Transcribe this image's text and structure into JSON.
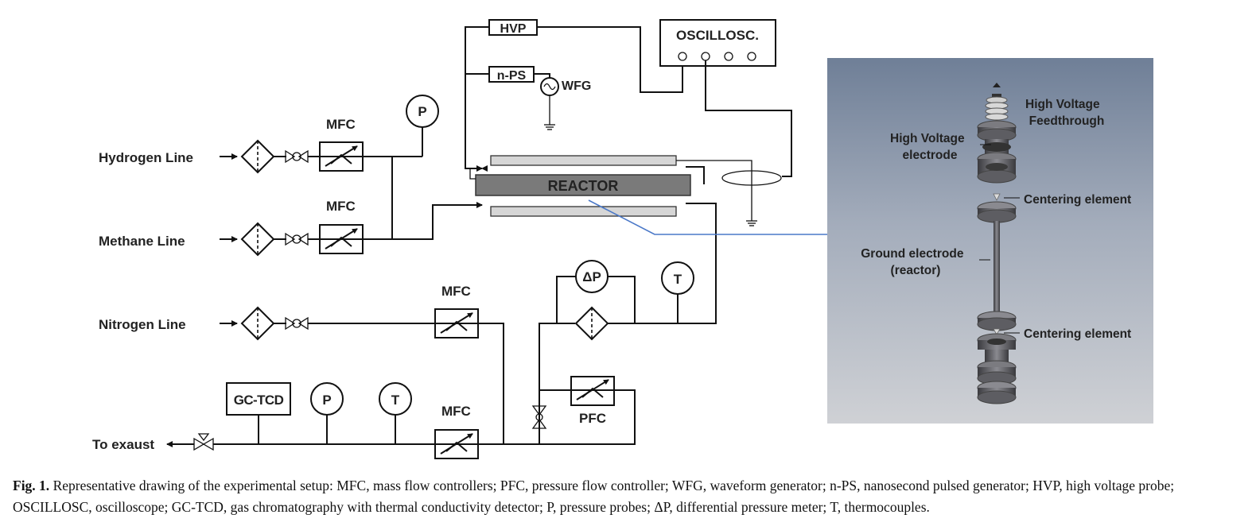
{
  "lines": {
    "hydrogen": "Hydrogen Line",
    "methane": "Methane Line",
    "nitrogen": "Nitrogen Line",
    "exhaust": "To exaust"
  },
  "components": {
    "mfc": "MFC",
    "pfc": "PFC",
    "p": "P",
    "t": "T",
    "dp": "ΔP",
    "gc_tcd": "GC-TCD",
    "hvp": "HVP",
    "nps": "n-PS",
    "wfg": "WFG",
    "oscilloscope": "OSCILLOSC.",
    "reactor": "REACTOR"
  },
  "render": {
    "high_voltage_feedthrough": [
      "High Voltage",
      "Feedthrough"
    ],
    "high_voltage_electrode": [
      "High Voltage",
      "electrode"
    ],
    "centering_element": "Centering element",
    "ground_electrode": [
      "Ground electrode",
      "(reactor)"
    ]
  },
  "caption": {
    "label": "Fig. 1.",
    "text": "Representative drawing of the experimental setup: MFC, mass flow controllers; PFC, pressure flow controller; WFG, waveform generator; n-PS, nanosecond pulsed generator; HVP, high voltage probe; OSCILLOSC, oscilloscope; GC-TCD, gas chromatography with thermal conductivity detector; P, pressure probes; ΔP, differential pressure meter; T, thermocouples."
  },
  "colors": {
    "line": "#111111",
    "reactor_fill": "#7a7a7a",
    "electrode_fill": "#d6d6d6",
    "connector": "#4a78c8",
    "render_bg_top": "#6f7f97",
    "render_bg_bottom": "#c9ccd1"
  }
}
